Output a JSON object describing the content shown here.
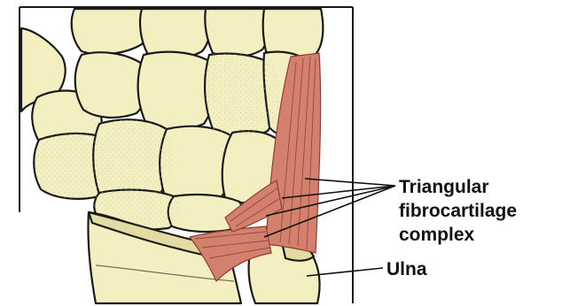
{
  "figure": {
    "labels": {
      "tfcc_line1": "Triangular",
      "tfcc_line2": "fibrocartilage",
      "tfcc_line3": "complex",
      "ulna": "Ulna"
    },
    "colors": {
      "background": "#ffffff",
      "bone_fill": "#f4efc0",
      "bone_shade": "#e2dba2",
      "bone_outline": "#1a1a1a",
      "ligament_fill": "#d4806f",
      "ligament_stroke": "#8c3e33",
      "label_text": "#111111",
      "leader_line": "#111111"
    }
  }
}
